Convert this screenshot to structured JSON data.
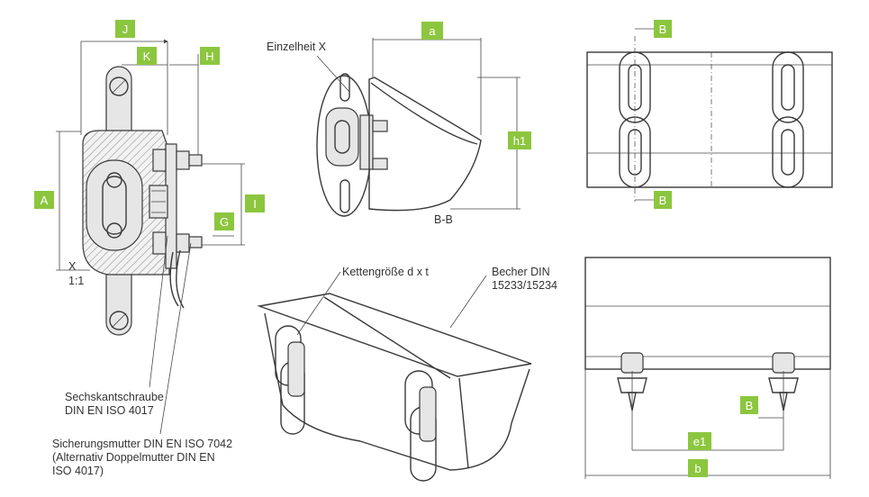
{
  "accent_color": "#8cc63f",
  "dimension_tags": {
    "J": "J",
    "K": "K",
    "H": "H",
    "A": "A",
    "I": "I",
    "G": "G",
    "a": "a",
    "h1": "h1",
    "B_top": "B",
    "B_bottom": "B",
    "B_front": "B",
    "e1": "e1",
    "b": "b"
  },
  "labels": {
    "detail_x": "Einzelheit X",
    "section": "B-B",
    "x_mark": "X",
    "scale": "1:1",
    "chain_size": "Kettengröße d x t",
    "bucket_line1": "Becher DIN",
    "bucket_line2": "15233/15234",
    "hex_screw_line1": "Sechskantschraube",
    "hex_screw_line2": "DIN EN ISO 4017",
    "nut_line1": "Sicherungsmutter DIN EN ISO 7042",
    "nut_line2": "(Alternativ Doppelmutter DIN EN",
    "nut_line3": "ISO 4017)"
  }
}
